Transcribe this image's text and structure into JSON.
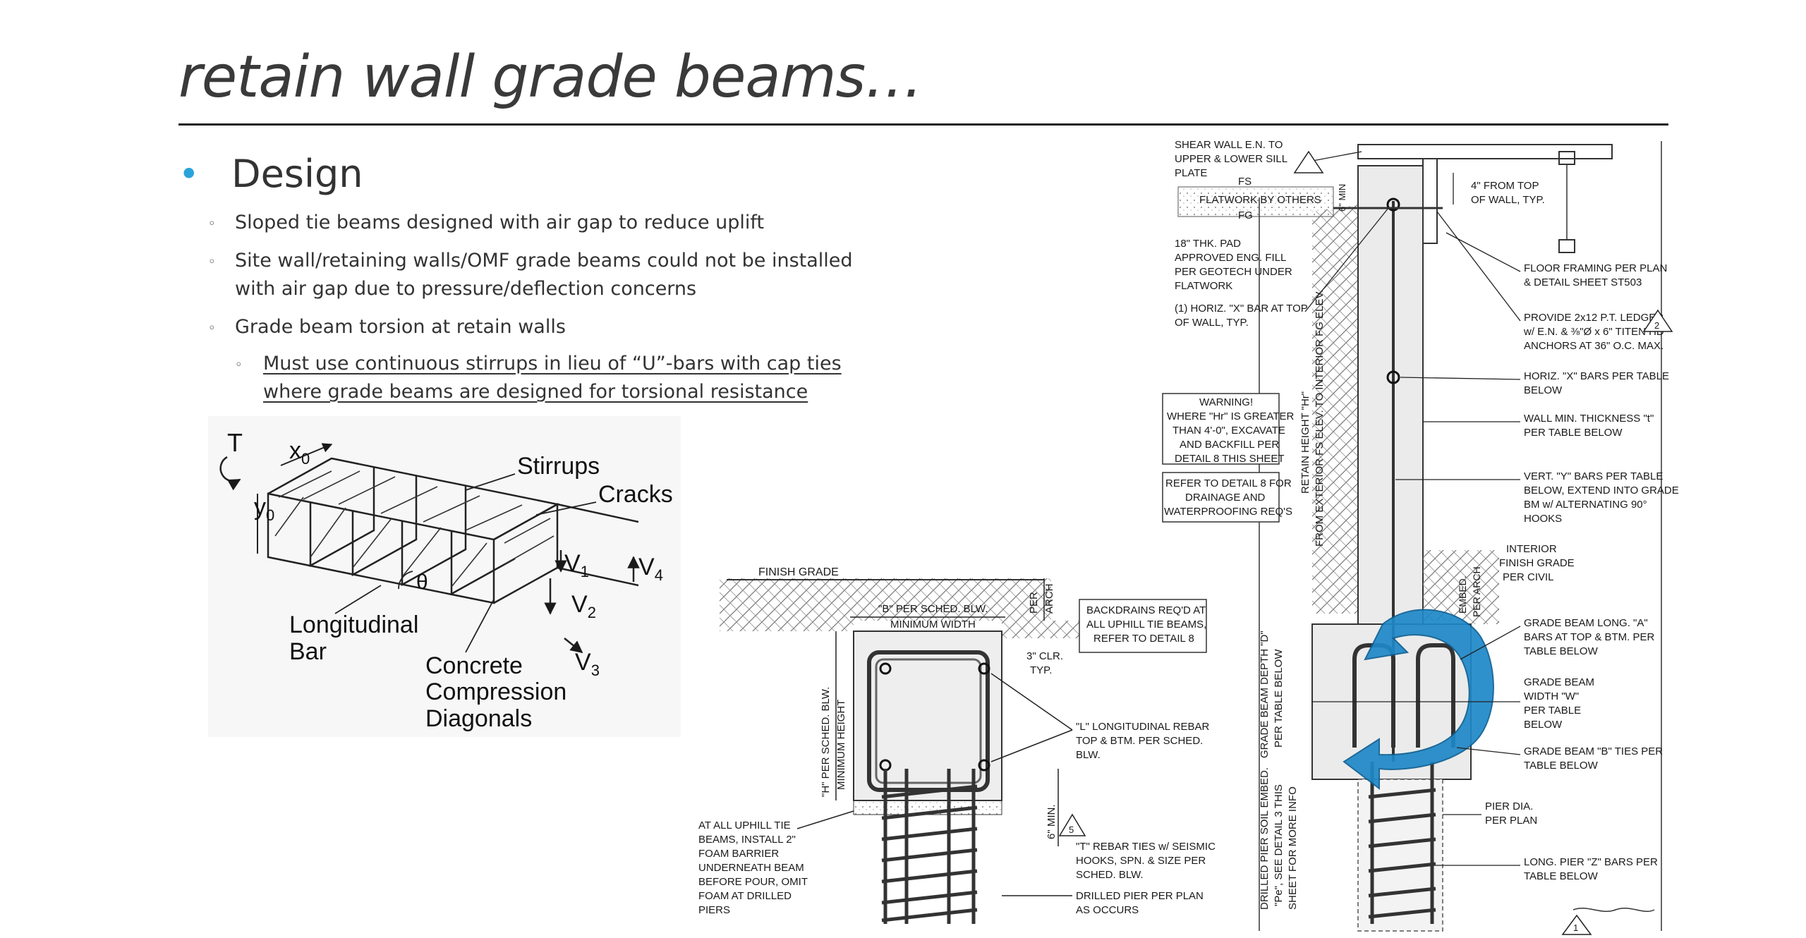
{
  "slide": {
    "title": "retain wall grade beams…"
  },
  "bullets": {
    "heading": "Design",
    "items": [
      "Sloped tie beams designed with air gap to reduce uplift",
      "Site wall/retaining walls/OMF grade beams could not be installed",
      "with air gap due to pressure/deflection concerns",
      "Grade beam torsion at retain walls"
    ],
    "sub": [
      "Must use continuous stirrups in lieu of “U”-bars with cap ties",
      "where grade beams are designed for torsional resistance"
    ]
  },
  "torsion_diagram": {
    "T": "T",
    "x0": "x",
    "x0_sub": "0",
    "y0": "y",
    "y0_sub": "0",
    "stirrups": "Stirrups",
    "cracks": "Cracks",
    "theta": "θ",
    "v1": "V",
    "v1_sub": "1",
    "v2": "V",
    "v2_sub": "2",
    "v3": "V",
    "v3_sub": "3",
    "v4": "V",
    "v4_sub": "4",
    "longitudinal": "Longitudinal",
    "bar": "Bar",
    "concrete": "Concrete",
    "compression": "Compression",
    "diagonals": "Diagonals"
  },
  "grade_beam_section": {
    "finish_grade": "FINISH GRADE",
    "per_sched_b": "\"B\" PER SCHED. BLW.",
    "min_width": "MINIMUM WIDTH",
    "per_arch": "PER",
    "per_arch2": "ARCH",
    "backdrains": [
      "BACKDRAINS REQ'D AT",
      "ALL UPHILL TIE BEAMS,",
      "REFER TO DETAIL 8"
    ],
    "clr": "3\" CLR.",
    "typ": "TYP.",
    "h_per_sched": "\"H\" PER SCHED. BLW.",
    "min_height": "MINIMUM HEIGHT",
    "l_rebar": [
      "\"L\" LONGITUDINAL REBAR",
      "TOP & BTM. PER SCHED.",
      "BLW."
    ],
    "six_min": "6\" MIN.",
    "tag": "5",
    "t_ties": [
      "\"T\" REBAR TIES w/ SEISMIC",
      "HOOKS, SPN. & SIZE PER",
      "SCHED. BLW."
    ],
    "drilled_pier": [
      "DRILLED PIER PER PLAN",
      "AS OCCURS"
    ],
    "uphill": [
      "AT ALL UPHILL TIE",
      "BEAMS, INSTALL 2\"",
      "FOAM BARRIER",
      "UNDERNEATH BEAM",
      "BEFORE POUR, OMIT",
      "FOAM AT DRILLED",
      "PIERS"
    ]
  },
  "retaining_wall_section": {
    "shear_wall": [
      "SHEAR WALL E.N. TO",
      "UPPER & LOWER SILL",
      "PLATE"
    ],
    "fs": "FS",
    "flatwork": "FLATWORK BY OTHERS",
    "fg": "FG",
    "pad": [
      "18\" THK. PAD",
      "APPROVED ENG. FILL",
      "PER GEOTECH UNDER",
      "FLATWORK"
    ],
    "horiz_top": [
      "(1) HORIZ. \"X\" BAR AT TOP",
      "OF WALL, TYP."
    ],
    "min6": "6\" MIN",
    "warning": [
      "WARNING!",
      "WHERE \"Hr\" IS GREATER",
      "THAN 4'-0\", EXCAVATE",
      "AND BACKFILL PER",
      "DETAIL 8 THIS SHEET"
    ],
    "refer": [
      "REFER TO DETAIL 8 FOR",
      "DRAINAGE AND",
      "WATERPROOFING REQ'S"
    ],
    "retain_height": "RETAIN HEIGHT \"Hr\"",
    "from_exterior": "FROM EXTERIOR FS ELEV. TO INTERIOR FG ELEV.",
    "four_from_top": [
      "4\" FROM TOP",
      "OF WALL, TYP."
    ],
    "floor_framing": [
      "FLOOR FRAMING PER PLAN",
      "& DETAIL SHEET ST503"
    ],
    "ledger": [
      "PROVIDE 2x12 P.T. LEDGER",
      "w/ E.N. & ⅜\"Ø x 6\" TITEN HD",
      "ANCHORS AT 36\" O.C. MAX."
    ],
    "horiz_x": [
      "HORIZ. \"X\" BARS PER TABLE",
      "BELOW"
    ],
    "wall_thk": [
      "WALL MIN. THICKNESS \"t\"",
      "PER TABLE BELOW"
    ],
    "vert_y": [
      "VERT. \"Y\" BARS PER TABLE",
      "BELOW, EXTEND INTO GRADE",
      "BM w/ ALTERNATING 90°",
      "HOOKS"
    ],
    "interior": [
      "INTERIOR",
      "FINISH GRADE",
      "PER CIVIL"
    ],
    "embed": "EMBED.",
    "per_arch": "PER ARCH",
    "gb_depth": "GRADE BEAM DEPTH \"D\"",
    "per_table": "PER TABLE BELOW",
    "gb_long": [
      "GRADE BEAM LONG. \"A\"",
      "BARS AT TOP & BTM. PER",
      "TABLE BELOW"
    ],
    "gb_width": [
      "GRADE BEAM",
      "WIDTH \"W\"",
      "PER TABLE",
      "BELOW"
    ],
    "gb_ties": [
      "GRADE BEAM \"B\" TIES PER",
      "TABLE BELOW"
    ],
    "pier_dia": [
      "PIER DIA.",
      "PER PLAN"
    ],
    "drilled_embed": "DRILLED PIER SOIL EMBED.",
    "pe_see": "\"Pe\", SEE DETAIL 3 THIS",
    "sheet_more": "SHEET FOR MORE INFO",
    "long_pier": [
      "LONG. PIER \"Z\" BARS PER",
      "TABLE BELOW"
    ],
    "tag": "2",
    "tag_bottom": "1"
  },
  "colors": {
    "accent_bullet": "#2aa3dc",
    "torsion_arrow": "#1e88c8",
    "concrete": "#ececec",
    "ink": "#1a1a1a"
  }
}
